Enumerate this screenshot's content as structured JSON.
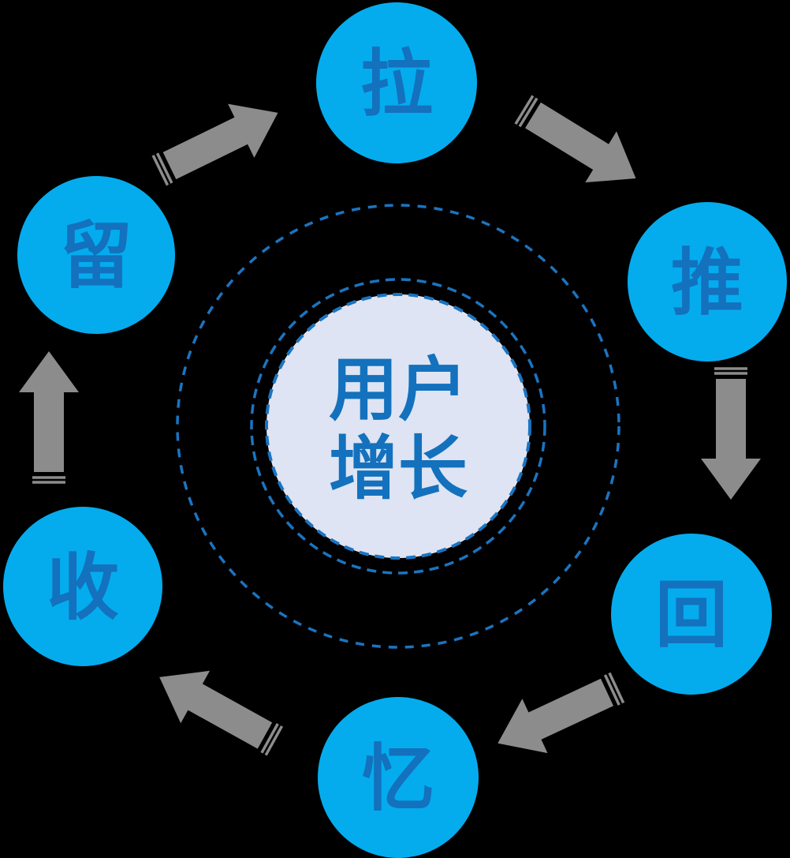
{
  "diagram": {
    "center": {
      "line1": "用户",
      "line2": "增长"
    },
    "nodes": [
      {
        "id": "la",
        "label": "拉"
      },
      {
        "id": "tui",
        "label": "推"
      },
      {
        "id": "hui",
        "label": "回"
      },
      {
        "id": "yi",
        "label": "忆"
      },
      {
        "id": "shou",
        "label": "收"
      },
      {
        "id": "liu",
        "label": "留"
      }
    ],
    "flow": [
      {
        "from": "留",
        "to": "拉"
      },
      {
        "from": "拉",
        "to": "推"
      },
      {
        "from": "推",
        "to": "回"
      },
      {
        "from": "回",
        "to": "忆"
      },
      {
        "from": "忆",
        "to": "收"
      },
      {
        "from": "收",
        "to": "留"
      }
    ]
  },
  "colors": {
    "background": "#000000",
    "node-fill": "#04ACEE",
    "label-blue": "#1371BD",
    "hub-fill": "#DEE4F3",
    "ring-blue": "#1B74C0",
    "arrow-gray": "#8C8C8C"
  }
}
